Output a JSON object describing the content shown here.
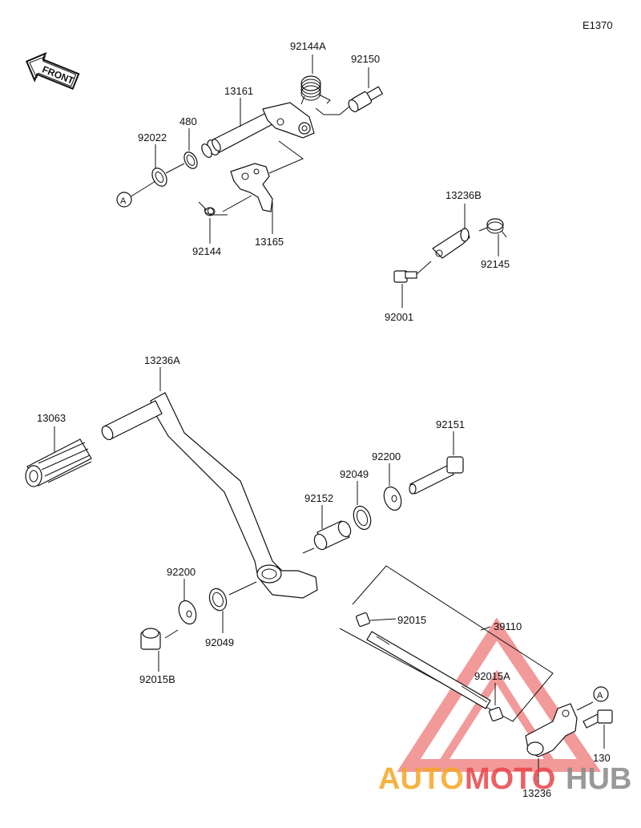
{
  "diagram": {
    "code": "E1370",
    "front_label": "FRONT",
    "ref_marker": "A",
    "parts": {
      "p92144A": "92144A",
      "p92150": "92150",
      "p13161": "13161",
      "p480": "480",
      "p92022": "92022",
      "p92144": "92144",
      "p13165": "13165",
      "p13236B": "13236B",
      "p92145": "92145",
      "p92001": "92001",
      "p13236A": "13236A",
      "p13063": "13063",
      "p92151": "92151",
      "p92200a": "92200",
      "p92049a": "92049",
      "p92152": "92152",
      "p92200b": "92200",
      "p92049b": "92049",
      "p92015B": "92015B",
      "p92015": "92015",
      "p39110": "39110",
      "p92015A": "92015A",
      "p130": "130",
      "p13236": "13236"
    }
  },
  "watermark": {
    "part1": "AUTO",
    "part2": "MOTO",
    "part3": "HUB",
    "colors": {
      "orange": "#f5a623",
      "red": "#e8454a",
      "gray": "#888888",
      "triangle": "#f08080"
    }
  }
}
